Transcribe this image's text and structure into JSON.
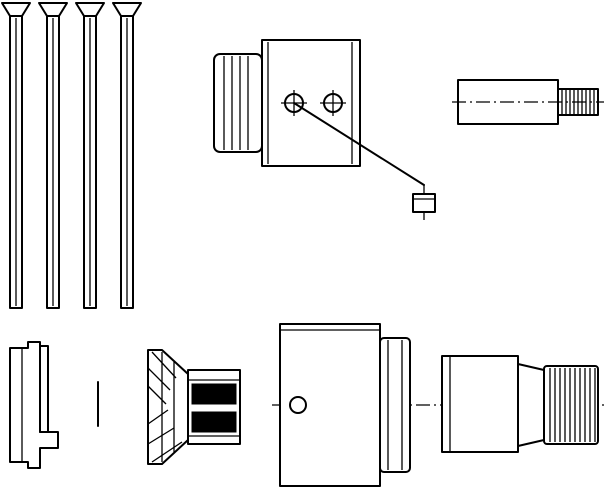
{
  "diagram": {
    "type": "exploded-parts-line-drawing",
    "colors": {
      "line": "#000000",
      "background": "#ffffff"
    },
    "parts": [
      {
        "name": "long-bolt",
        "count": 4
      },
      {
        "name": "cartridge-body-with-ports"
      },
      {
        "name": "spline-spindle"
      },
      {
        "name": "retaining-clip"
      },
      {
        "name": "bevel-gear-sleeve"
      },
      {
        "name": "valve-housing"
      },
      {
        "name": "splined-adapter"
      }
    ]
  }
}
